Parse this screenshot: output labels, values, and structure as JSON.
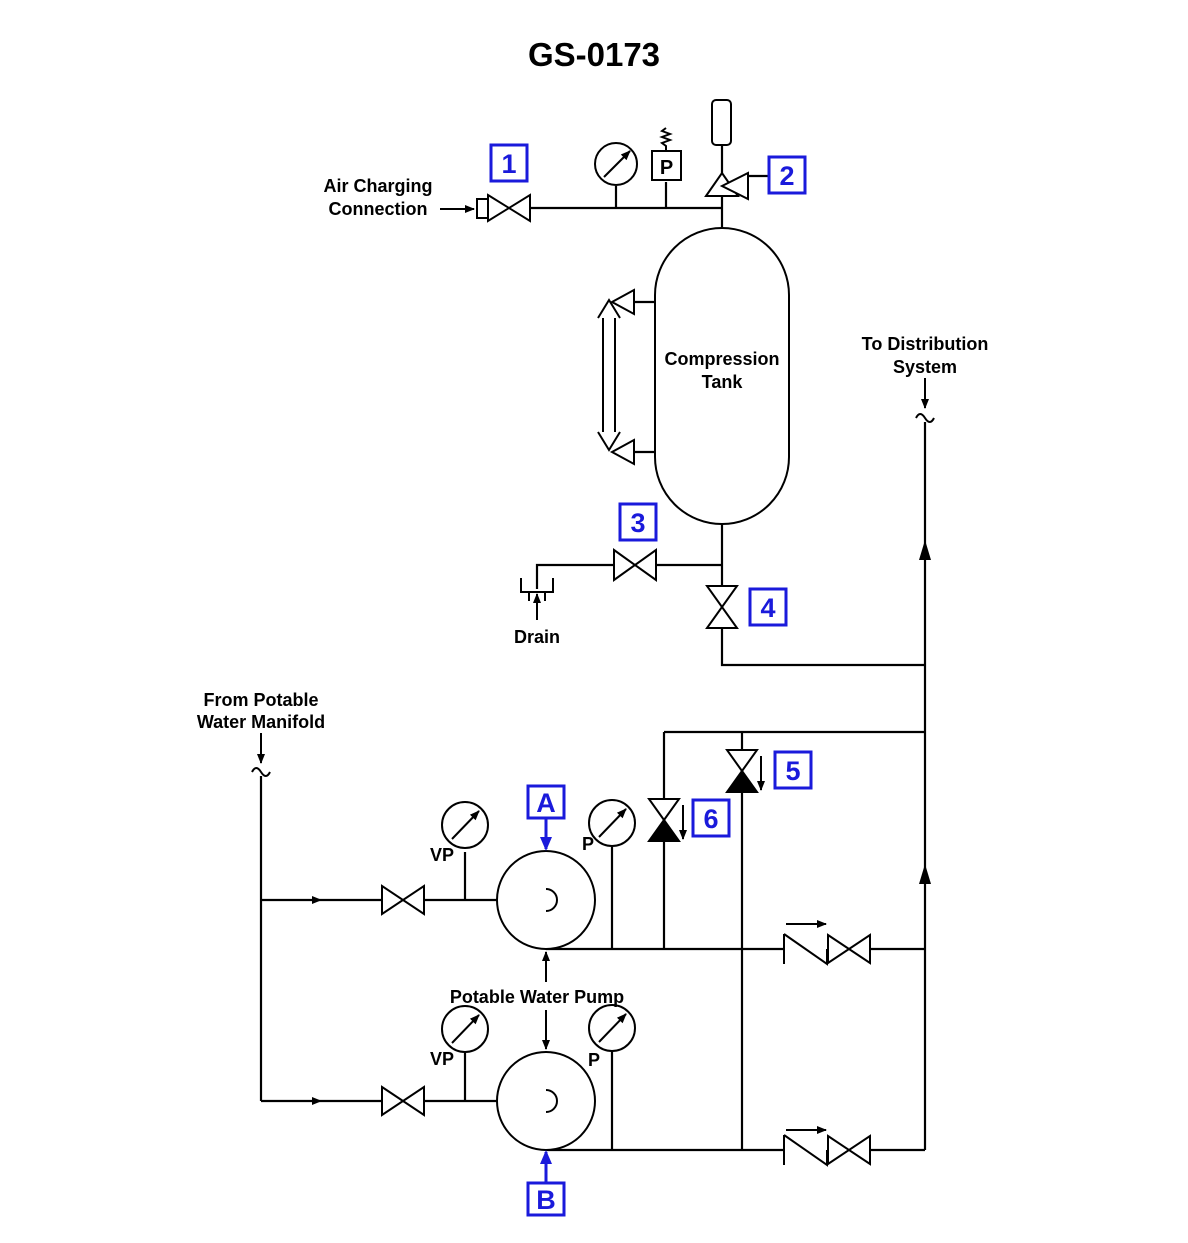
{
  "title": "GS-0173",
  "accent_color": "#1a1adb",
  "labels": {
    "air_charging_line1": "Air Charging",
    "air_charging_line2": "Connection",
    "tank_line1": "Compression",
    "tank_line2": "Tank",
    "to_dist_line1": "To Distribution",
    "to_dist_line2": "System",
    "drain": "Drain",
    "from_potable_line1": "From Potable",
    "from_potable_line2": "Water Manifold",
    "pump": "Potable Water Pump",
    "vp": "VP",
    "p": "P",
    "pressure_switch": "P"
  },
  "tags": {
    "t1": "1",
    "t2": "2",
    "t3": "3",
    "t4": "4",
    "t5": "5",
    "t6": "6",
    "tA": "A",
    "tB": "B"
  }
}
